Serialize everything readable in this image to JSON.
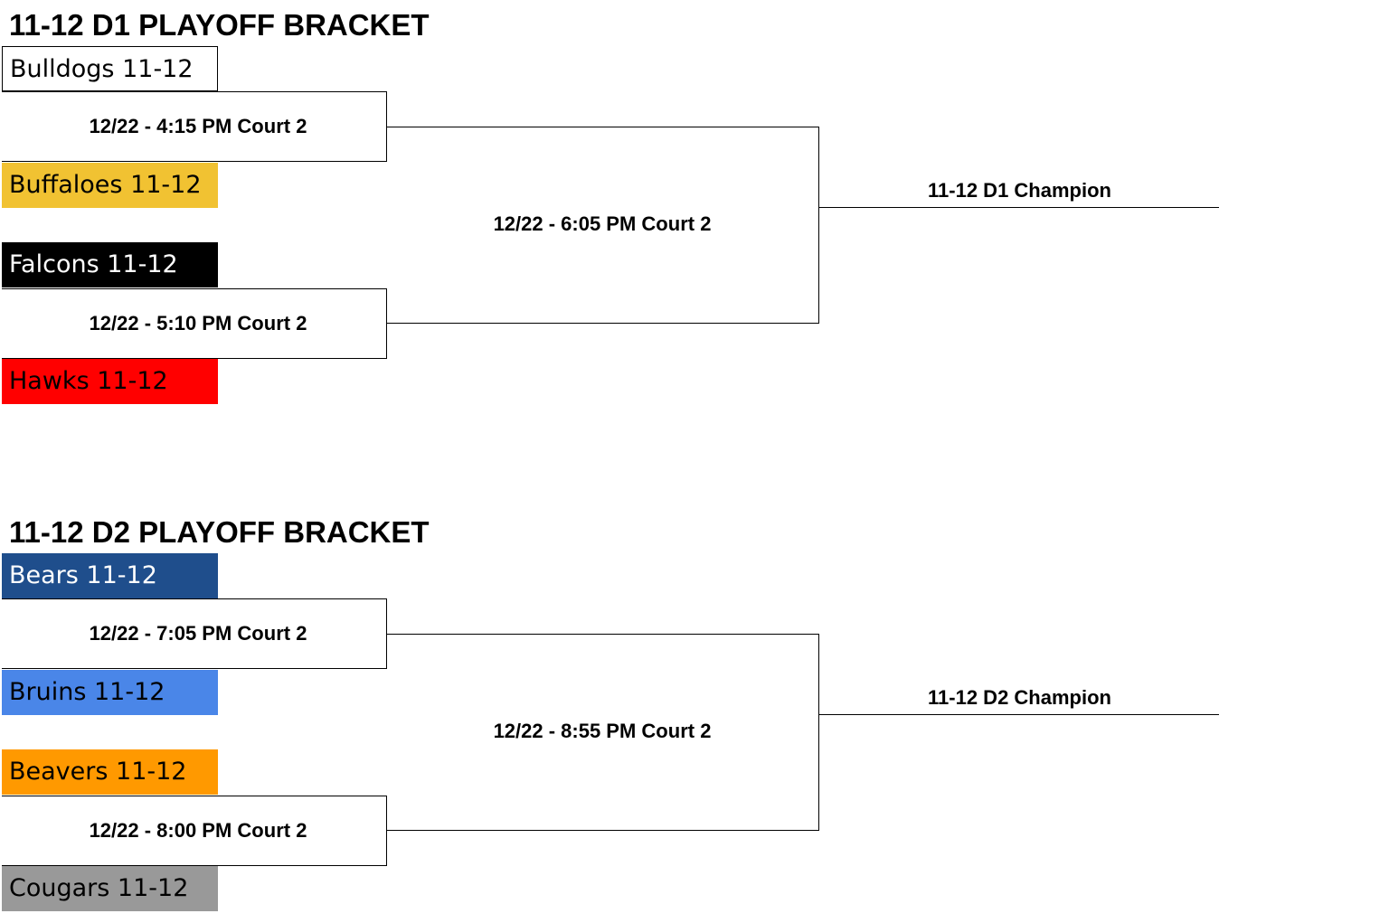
{
  "brackets": [
    {
      "title": "11-12 D1 PLAYOFF BRACKET",
      "teams": [
        {
          "name": "Bulldogs 11-12",
          "bg": "#ffffff",
          "fg": "#000000",
          "outlined": true
        },
        {
          "name": "Buffaloes 11-12",
          "bg": "#f1c232",
          "fg": "#000000",
          "outlined": false
        },
        {
          "name": "Falcons 11-12",
          "bg": "#000000",
          "fg": "#ffffff",
          "outlined": false
        },
        {
          "name": "Hawks 11-12",
          "bg": "#ff0000",
          "fg": "#000000",
          "outlined": false
        }
      ],
      "matches": {
        "semi1": "12/22 - 4:15 PM Court 2",
        "semi2": "12/22 - 5:10 PM Court 2",
        "final": "12/22 - 6:05 PM Court 2"
      },
      "champion": "11-12 D1 Champion"
    },
    {
      "title": "11-12 D2 PLAYOFF BRACKET",
      "teams": [
        {
          "name": "Bears 11-12",
          "bg": "#1f4e8c",
          "fg": "#ffffff",
          "outlined": false
        },
        {
          "name": "Bruins 11-12",
          "bg": "#4a86e8",
          "fg": "#000000",
          "outlined": false
        },
        {
          "name": "Beavers 11-12",
          "bg": "#ff9900",
          "fg": "#000000",
          "outlined": false
        },
        {
          "name": "Cougars 11-12",
          "bg": "#999999",
          "fg": "#000000",
          "outlined": false
        }
      ],
      "matches": {
        "semi1": "12/22 - 7:05 PM Court 2",
        "semi2": "12/22 - 8:00 PM Court 2",
        "final": "12/22 - 8:55 PM Court 2"
      },
      "champion": "11-12 D2 Champion"
    }
  ]
}
